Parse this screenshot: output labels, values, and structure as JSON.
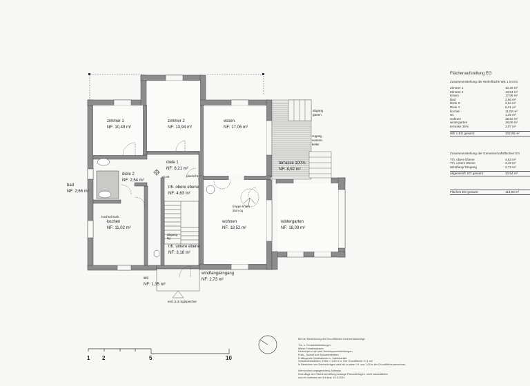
{
  "title": "Flächenaufstellung EG",
  "rooms": [
    {
      "id": "zimmer1",
      "name": "zimmer 1",
      "area": "NF: 10,49 m²"
    },
    {
      "id": "zimmer2",
      "name": "zimmer 2",
      "area": "NF: 13,94 m²"
    },
    {
      "id": "essen",
      "name": "essen",
      "area": "NF: 17,06 m²"
    },
    {
      "id": "terrasse",
      "name": "terrasse 100%",
      "area": "NF: 8,92 m²"
    },
    {
      "id": "diele1",
      "name": "diele 1",
      "area": "NF: 8,21 m²"
    },
    {
      "id": "diele2",
      "name": "diele 2",
      "area": "NF: 2,54 m²"
    },
    {
      "id": "bad",
      "name": "bad",
      "area": "NF: 2,66 m²"
    },
    {
      "id": "thobere",
      "name": "trh. obere ebene",
      "area": "NF: 4,63 m²"
    },
    {
      "id": "kochen",
      "name": "kochen",
      "area": "NF: 11,02 m²"
    },
    {
      "id": "wohnen",
      "name": "wohnen",
      "area": "NF: 18,52 m²"
    },
    {
      "id": "wintergarten",
      "name": "wintergarten",
      "area": "NF: 18,09 m²"
    },
    {
      "id": "thuntere",
      "name": "trh. untere ebene",
      "area": "NF: 3,18 m²"
    },
    {
      "id": "wc",
      "name": "wc",
      "area": "NF: 1,35 m²"
    },
    {
      "id": "windfang",
      "name": "windfang/eingang",
      "area": "NF: 2,73 m²"
    }
  ],
  "annotations": {
    "level": "±0,00",
    "oberlicht": "oberlicht",
    "abstellraum": "abstellr.",
    "hochschrank": "hochschrank",
    "treppe_kriam": "treppe kriam",
    "dum_og": "dum og",
    "abgang_kg": "abgang",
    "abgang_kg2": "kg",
    "abgang_garten": "abgang",
    "abgang_garten2": "garten",
    "zugang1": "zugang",
    "zugang2": "aussen-",
    "zugang3": "keller",
    "wet": "wet",
    "entrance": "en/1,5,3 mgtspeicher"
  },
  "table": {
    "heading": "Flächenaufstellung EG",
    "section1_title": "Zusammenstellung der Wohnfläche WE 1 im EG",
    "section1_rows": [
      {
        "label": "Zimmer 1",
        "value": "10,49 m²"
      },
      {
        "label": "Zimmer 2",
        "value": "13,94 m²"
      },
      {
        "label": "Essen",
        "value": "17,06 m²"
      },
      {
        "label": "Bad",
        "value": "2,66 m²"
      },
      {
        "label": "Diele 2",
        "value": "2,54 m²"
      },
      {
        "label": "Diele 1",
        "value": "8,21 m²"
      },
      {
        "label": "kochen",
        "value": "11,02 m²"
      },
      {
        "label": "wc",
        "value": "1,35 m²"
      },
      {
        "label": "wohnen",
        "value": "18,52 m²"
      },
      {
        "label": "wintergarten",
        "value": "18,09 m²"
      },
      {
        "label": "terrasse 25%",
        "value": "2,07 m²"
      }
    ],
    "section1_total": {
      "label": "WE 1 EG gesamt",
      "value": "102,95 m²"
    },
    "section2_title": "Zusammenstellung der Gemeinschaftsflächen EG",
    "section2_rows": [
      {
        "label": "Trh. obere Ebene",
        "value": "4,63 m²"
      },
      {
        "label": "Trh. untere Ebene",
        "value": "3,18 m²"
      },
      {
        "label": "Windfang/ Eingang",
        "value": "2,73 m²"
      }
    ],
    "section2_total": {
      "label": "Allgemeinfl. EG gesamt",
      "value": "10,54 m²"
    },
    "grand_total": {
      "label": "Flächen EG gesamt",
      "value": "113,50 m²"
    }
  },
  "scale_bar": {
    "ticks": [
      "1",
      "2",
      "5",
      "10"
    ]
  },
  "notes": [
    "Bei der Berechnung der Grundflächen sind berücksichtigt:",
    "",
    "Tür- u. Fensterbekleidungen",
    "Möbel Fensterbänken",
    "Heizkörper und/ oder Heizkörperverkleidungen",
    "Fuss-, Sockel und Schrammleisten",
    "Freiliegende Installationen u. Kabelkanäle",
    "Vorwandinstallation, Höhe < 1,50 m u. ihre Grundfläche >0,1 m2",
    "In Bereichen von Dachschrägen wird bis zu einer l.H. von 1,00 m die Grundfläche berechnet.",
    "",
    "Kein verformungsgerechtes Aufmass.",
    "Grundlage der Flächenermittlung analoge Planunterlagen, nicht massstäblich",
    "und ein Aufmass am 8.8.bzw. 19.8.2024."
  ],
  "colors": {
    "wall": "#8c8c8c",
    "paper": "#f7f7f5",
    "line": "#333333",
    "terrace_hatch": "#777777"
  }
}
